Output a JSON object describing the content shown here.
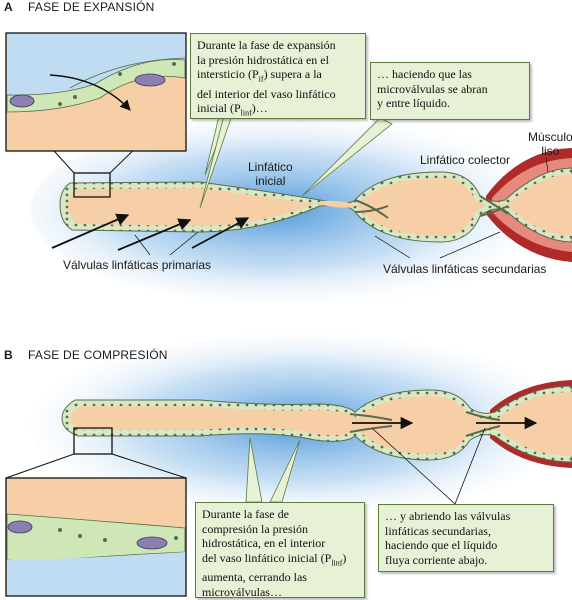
{
  "panel_a": {
    "letter": "A",
    "title": "FASE DE EXPANSIÓN",
    "callout1": {
      "line1": "Durante la fase de expansión",
      "line2": "la presión hidrostática en el",
      "line3_pre": "intersticio (P",
      "line3_sub": "if",
      "line3_post": ") supera a la",
      "line4": "del interior del vaso linfático",
      "line5_pre": "inicial (P",
      "line5_sub": "linf",
      "line5_post": ")…"
    },
    "callout2": {
      "line1": "… haciendo que las",
      "line2": "microválvulas se abran",
      "line3": "y entre líquido."
    },
    "labels": {
      "inicial_line1": "Linfático",
      "inicial_line2": "inicial",
      "colector": "Linfático colector",
      "musculo_line1": "Músculo",
      "musculo_line2": "liso",
      "primarias": "Válvulas linfáticas primarias",
      "secundarias": "Válvulas linfáticas secundarias"
    }
  },
  "panel_b": {
    "letter": "B",
    "title": "FASE DE COMPRESIÓN",
    "callout1": {
      "line1": "Durante la fase de",
      "line2": "compresión la presión",
      "line3": "hidrostática, en el interior",
      "line4_pre": "del vaso linfático inicial (P",
      "line4_sub": "linf",
      "line4_post": ")",
      "line5": "aumenta, cerrando las",
      "line6": "microválvulas…"
    },
    "callout2": {
      "line1": "… y abriendo las válvulas",
      "line2": "linfáticas secundarias,",
      "line3": "haciendo que el líquido",
      "line4": "fluya corriente abajo."
    }
  },
  "colors": {
    "vessel_fill": "#f6cfa6",
    "vessel_wall": "#5a6b4a",
    "background_glow": "#3a8fd6",
    "callout_bg": "#e6f1d6",
    "muscle": "#b02a2a",
    "cell_nucleus": "#8a7fb0"
  }
}
